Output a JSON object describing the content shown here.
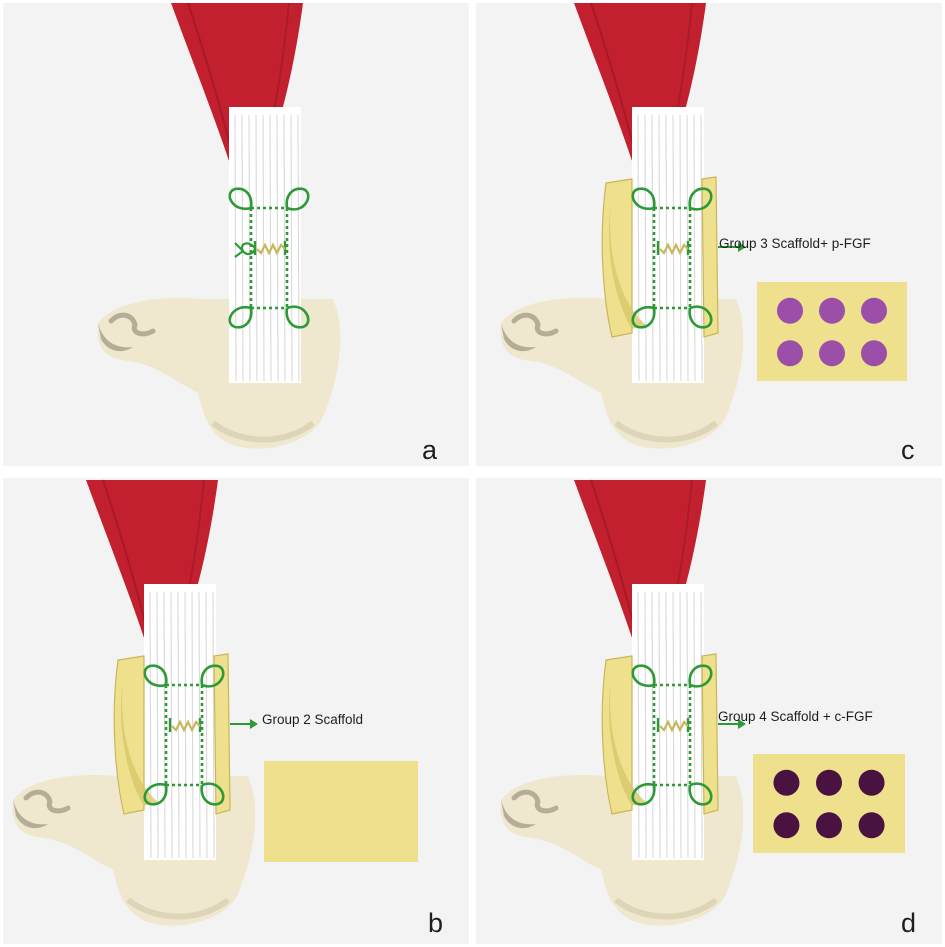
{
  "figure": {
    "panels": [
      {
        "id": "a",
        "letter": "a",
        "callout": "",
        "swatch": "none"
      },
      {
        "id": "b",
        "letter": "b",
        "callout": "Group 2 Scaffold",
        "swatch": "plain"
      },
      {
        "id": "c",
        "letter": "c",
        "callout": "Group 3 Scaffold+ p-FGF",
        "swatch": "dots-light"
      },
      {
        "id": "d",
        "letter": "d",
        "callout": "Group 4 Scaffold + c-FGF",
        "swatch": "dots-dark"
      }
    ]
  },
  "colors": {
    "panel_bg": "#f3f3f3",
    "muscle": "#c3202f",
    "muscle_dark": "#8f1421",
    "tendon": "#ffffff",
    "tendon_fibers": "#d9d9d9",
    "bone": "#efe8cf",
    "bone_dark": "#b5ad98",
    "suture": "#2e9a37",
    "scaffold": "#eee08c",
    "scaffold_edge": "#c9b65a",
    "repair_stitch": "#c9b65a",
    "dot_light": "#9b4fa8",
    "dot_dark": "#4a1240",
    "arrow": "#2e9a37"
  },
  "icons": {
    "muscle": "gastrocnemius-muscle-shape",
    "tendon": "achilles-tendon-shape",
    "bone": "calcaneus-bone-shape",
    "suture": "dashed-suture-loops",
    "scaffold": "scaffold-wrap",
    "arrow": "right-arrow"
  }
}
